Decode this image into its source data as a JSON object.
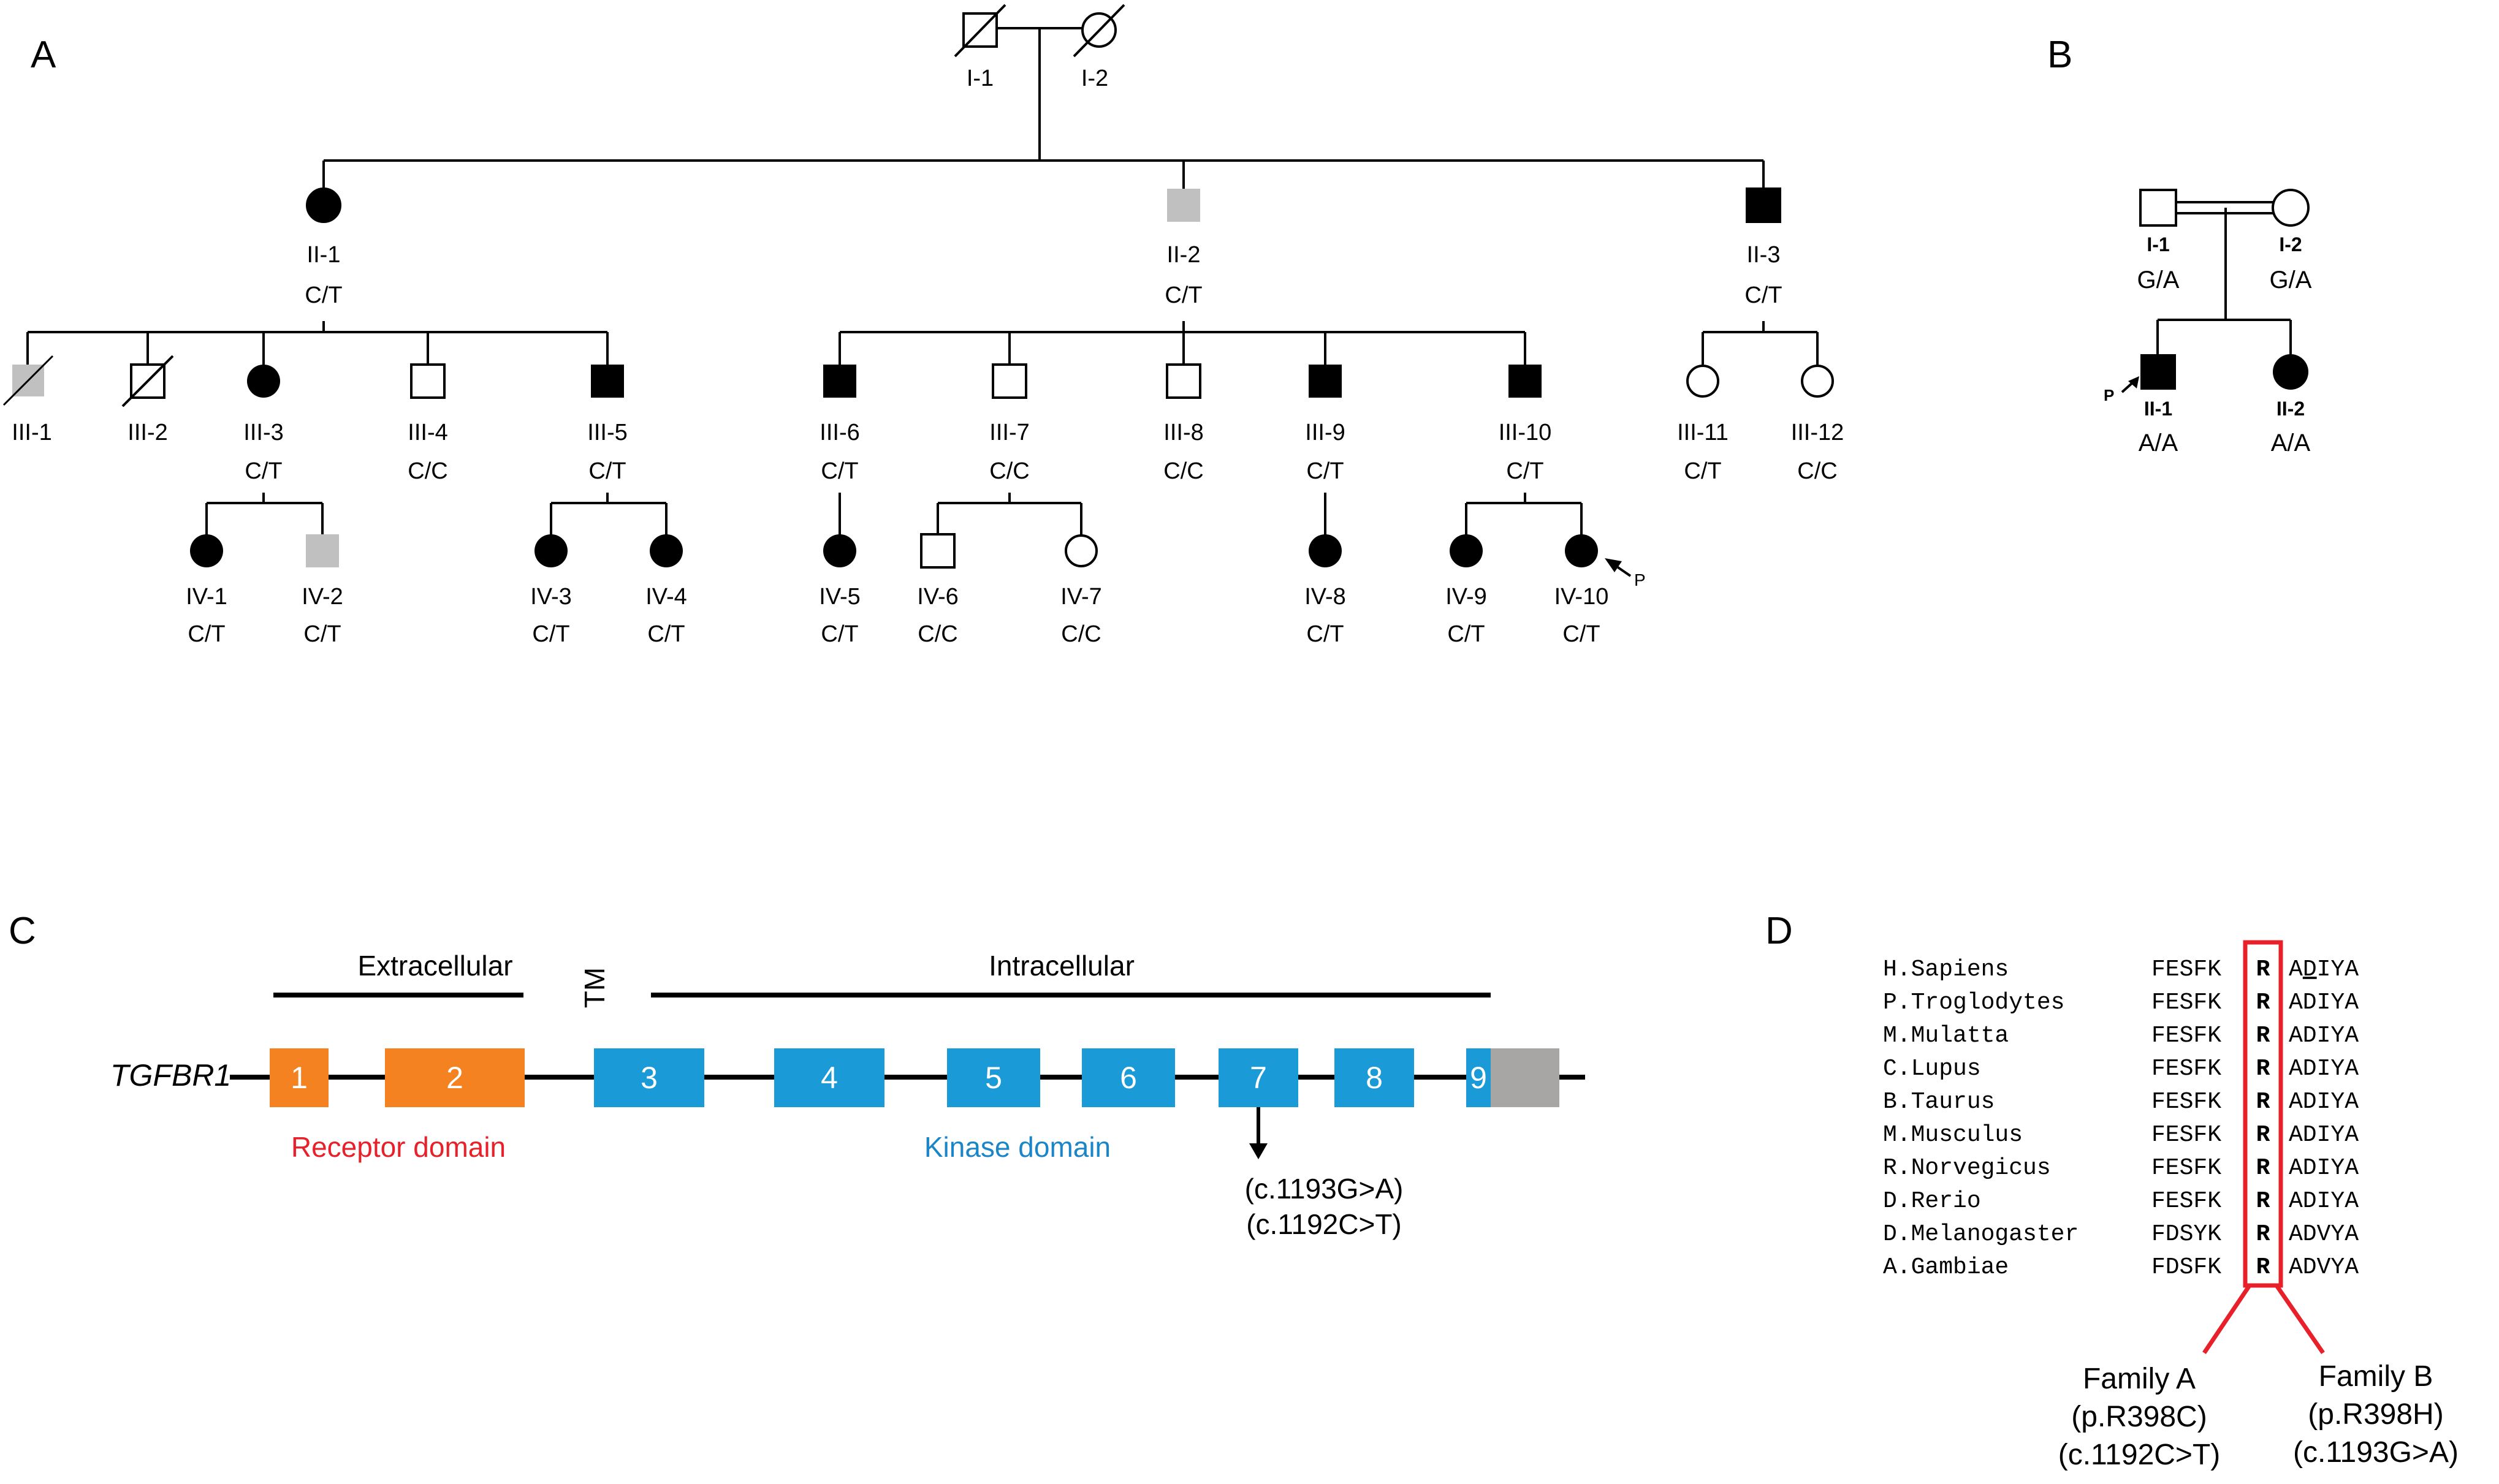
{
  "panels": {
    "A": "A",
    "B": "B",
    "C": "C",
    "D": "D"
  },
  "colors": {
    "affected": "#000000",
    "uncertain": "#c0c0c0",
    "receptor": "#f58220",
    "kinase": "#1a9ad6",
    "utr": "#a8a6a4",
    "receptor_label": "#e8202a",
    "kinase_label": "#1a86c8",
    "highlight_box": "#e8202a"
  },
  "family_a": {
    "proband_marker": "P",
    "individuals": [
      {
        "id": "I-1",
        "sex": "male",
        "status": "unaffected",
        "deceased": true,
        "genotype": ""
      },
      {
        "id": "I-2",
        "sex": "female",
        "status": "unaffected",
        "deceased": true,
        "genotype": ""
      },
      {
        "id": "II-1",
        "sex": "female",
        "status": "affected",
        "deceased": false,
        "genotype": "C/T"
      },
      {
        "id": "II-2",
        "sex": "male",
        "status": "uncertain",
        "deceased": false,
        "genotype": "C/T"
      },
      {
        "id": "II-3",
        "sex": "male",
        "status": "affected",
        "deceased": false,
        "genotype": "C/T"
      },
      {
        "id": "III-1",
        "sex": "male",
        "status": "uncertain",
        "deceased": true,
        "genotype": ""
      },
      {
        "id": "III-2",
        "sex": "male",
        "status": "unaffected",
        "deceased": true,
        "genotype": ""
      },
      {
        "id": "III-3",
        "sex": "female",
        "status": "affected",
        "deceased": false,
        "genotype": "C/T"
      },
      {
        "id": "III-4",
        "sex": "male",
        "status": "unaffected",
        "deceased": false,
        "genotype": "C/C"
      },
      {
        "id": "III-5",
        "sex": "male",
        "status": "affected",
        "deceased": false,
        "genotype": "C/T"
      },
      {
        "id": "III-6",
        "sex": "male",
        "status": "affected",
        "deceased": false,
        "genotype": "C/T"
      },
      {
        "id": "III-7",
        "sex": "male",
        "status": "unaffected",
        "deceased": false,
        "genotype": "C/C"
      },
      {
        "id": "III-8",
        "sex": "male",
        "status": "unaffected",
        "deceased": false,
        "genotype": "C/C"
      },
      {
        "id": "III-9",
        "sex": "male",
        "status": "affected",
        "deceased": false,
        "genotype": "C/T"
      },
      {
        "id": "III-10",
        "sex": "male",
        "status": "affected",
        "deceased": false,
        "genotype": "C/T"
      },
      {
        "id": "III-11",
        "sex": "female",
        "status": "unaffected",
        "deceased": false,
        "genotype": "C/T"
      },
      {
        "id": "III-12",
        "sex": "female",
        "status": "unaffected",
        "deceased": false,
        "genotype": "C/C"
      },
      {
        "id": "IV-1",
        "sex": "female",
        "status": "affected",
        "deceased": false,
        "genotype": "C/T"
      },
      {
        "id": "IV-2",
        "sex": "male",
        "status": "uncertain",
        "deceased": false,
        "genotype": "C/T"
      },
      {
        "id": "IV-3",
        "sex": "female",
        "status": "affected",
        "deceased": false,
        "genotype": "C/T"
      },
      {
        "id": "IV-4",
        "sex": "female",
        "status": "affected",
        "deceased": false,
        "genotype": "C/T"
      },
      {
        "id": "IV-5",
        "sex": "female",
        "status": "affected",
        "deceased": false,
        "genotype": "C/T"
      },
      {
        "id": "IV-6",
        "sex": "male",
        "status": "unaffected",
        "deceased": false,
        "genotype": "C/C"
      },
      {
        "id": "IV-7",
        "sex": "female",
        "status": "unaffected",
        "deceased": false,
        "genotype": "C/C"
      },
      {
        "id": "IV-8",
        "sex": "female",
        "status": "affected",
        "deceased": false,
        "genotype": "C/T"
      },
      {
        "id": "IV-9",
        "sex": "female",
        "status": "affected",
        "deceased": false,
        "genotype": "C/T"
      },
      {
        "id": "IV-10",
        "sex": "female",
        "status": "affected",
        "deceased": false,
        "genotype": "C/T",
        "proband": true
      }
    ]
  },
  "family_b": {
    "proband_marker": "P",
    "individuals": [
      {
        "id": "I-1",
        "sex": "male",
        "status": "unaffected",
        "genotype": "G/A"
      },
      {
        "id": "I-2",
        "sex": "female",
        "status": "unaffected",
        "genotype": "G/A"
      },
      {
        "id": "II-1",
        "sex": "male",
        "status": "affected",
        "genotype": "A/A",
        "proband": true
      },
      {
        "id": "II-2",
        "sex": "female",
        "status": "affected",
        "genotype": "A/A"
      }
    ]
  },
  "gene": {
    "name": "TGFBR1",
    "extracellular_label": "Extracellular",
    "tm_label": "TM",
    "intracellular_label": "Intracellular",
    "exons": [
      {
        "number": "1",
        "domain": "receptor"
      },
      {
        "number": "2",
        "domain": "receptor"
      },
      {
        "number": "3",
        "domain": "kinase"
      },
      {
        "number": "4",
        "domain": "kinase"
      },
      {
        "number": "5",
        "domain": "kinase"
      },
      {
        "number": "6",
        "domain": "kinase"
      },
      {
        "number": "7",
        "domain": "kinase"
      },
      {
        "number": "8",
        "domain": "kinase"
      },
      {
        "number": "9",
        "domain": "kinase"
      }
    ],
    "receptor_domain_label": "Receptor domain",
    "kinase_domain_label": "Kinase domain",
    "variant_1": "(c.1193G>A)",
    "variant_2": "(c.1192C>T)"
  },
  "alignment": {
    "rows": [
      {
        "species": "H.Sapiens",
        "left": "FESFK",
        "residue": "R",
        "right_first": "A",
        "right_underlined": "D",
        "right_rest": "IYA"
      },
      {
        "species": "P.Troglodytes",
        "left": "FESFK",
        "residue": "R",
        "right_first": "",
        "right_underlined": "",
        "right_rest": "ADIYA"
      },
      {
        "species": "M.Mulatta",
        "left": "FESFK",
        "residue": "R",
        "right_first": "",
        "right_underlined": "",
        "right_rest": "ADIYA"
      },
      {
        "species": "C.Lupus",
        "left": "FESFK",
        "residue": "R",
        "right_first": "",
        "right_underlined": "",
        "right_rest": "ADIYA"
      },
      {
        "species": "B.Taurus",
        "left": "FESFK",
        "residue": "R",
        "right_first": "",
        "right_underlined": "",
        "right_rest": "ADIYA"
      },
      {
        "species": "M.Musculus",
        "left": "FESFK",
        "residue": "R",
        "right_first": "",
        "right_underlined": "",
        "right_rest": "ADIYA"
      },
      {
        "species": "R.Norvegicus",
        "left": "FESFK",
        "residue": "R",
        "right_first": "",
        "right_underlined": "",
        "right_rest": "ADIYA"
      },
      {
        "species": "D.Rerio",
        "left": "FESFK",
        "residue": "R",
        "right_first": "",
        "right_underlined": "",
        "right_rest": "ADIYA"
      },
      {
        "species": "D.Melanogaster",
        "left": "FDSYK",
        "residue": "R",
        "right_first": "",
        "right_underlined": "",
        "right_rest": "ADVYA"
      },
      {
        "species": "A.Gambiae",
        "left": "FDSFK",
        "residue": "R",
        "right_first": "",
        "right_underlined": "",
        "right_rest": "ADVYA"
      }
    ],
    "family_a": {
      "label": "Family A",
      "protein": "(p.R398C)",
      "cdna": "(c.1192C>T)"
    },
    "family_b": {
      "label": "Family B",
      "protein": "(p.R398H)",
      "cdna": "(c.1193G>A)"
    }
  }
}
